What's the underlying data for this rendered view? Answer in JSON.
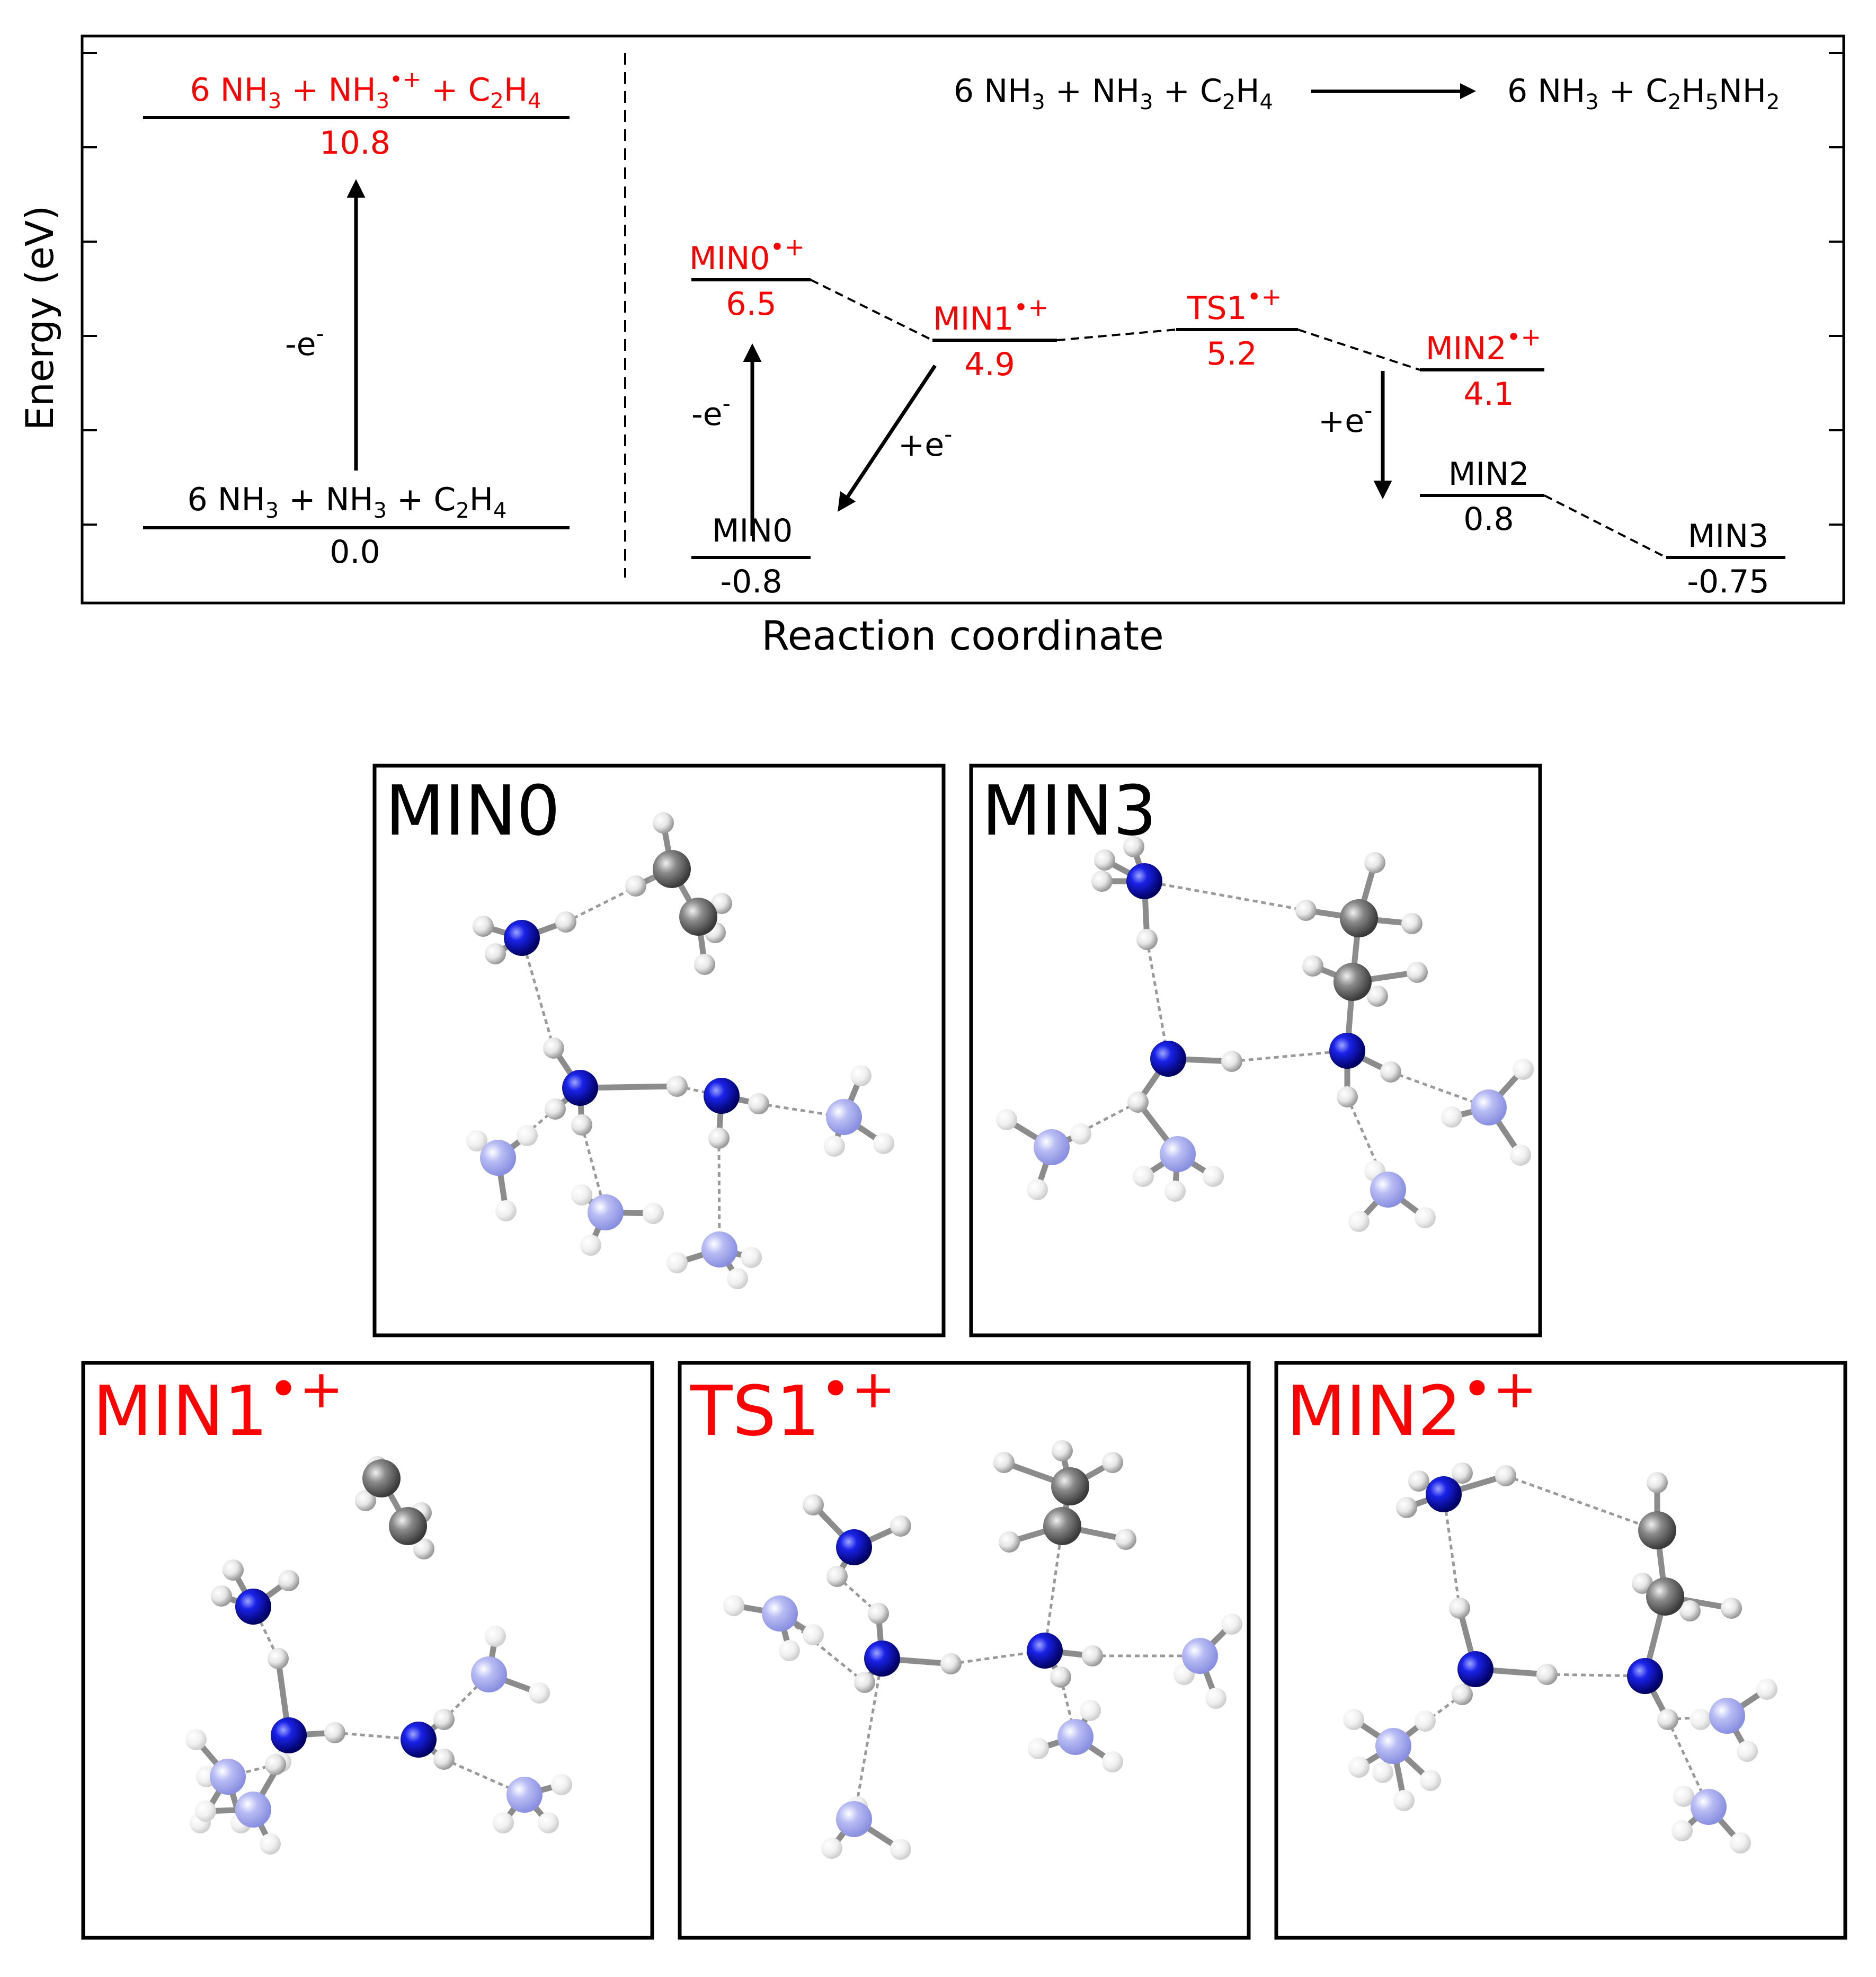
{
  "colors": {
    "cation": "#ff0000",
    "neutral": "#000000",
    "nitrogen": "#0a10d8",
    "nitrogen_faded": "#a8acf0",
    "carbon": "#7a7a7a",
    "hydrogen": "#e8e8e8",
    "hydrogen_faded": "#f2f2f2",
    "bond": "#999999"
  },
  "energy_diagram": {
    "ylabel": "Energy (eV)",
    "xlabel": "Reaction coordinate",
    "reaction": {
      "reactants": "6 NH3 + NH3 + C2H4",
      "products": "6 NH3 + C2H5NH2"
    },
    "left_panel": {
      "top_species": "6 NH3 + NH3•+ + C2H4",
      "top_value": "10.8",
      "arrow_label": "-e-",
      "bottom_species": "6 NH3 + NH3 + C2H4",
      "bottom_value": "0.0"
    },
    "states": [
      {
        "id": "MIN0_cation",
        "label": "MIN0",
        "sup": "•+",
        "value": "6.5",
        "charge": "cation"
      },
      {
        "id": "MIN1_cation",
        "label": "MIN1",
        "sup": "•+",
        "value": "4.9",
        "charge": "cation"
      },
      {
        "id": "TS1_cation",
        "label": "TS1",
        "sup": "•+",
        "value": "5.2",
        "charge": "cation"
      },
      {
        "id": "MIN2_cation",
        "label": "MIN2",
        "sup": "•+",
        "value": "4.1",
        "charge": "cation"
      },
      {
        "id": "MIN0",
        "label": "MIN0",
        "sup": "",
        "value": "-0.8",
        "charge": "neutral"
      },
      {
        "id": "MIN2",
        "label": "MIN2",
        "sup": "",
        "value": "0.8",
        "charge": "neutral"
      },
      {
        "id": "MIN3",
        "label": "MIN3",
        "sup": "",
        "value": "-0.75",
        "charge": "neutral"
      }
    ],
    "arrow_labels": {
      "ionize": "-e-",
      "neutralize_min1": "+e-",
      "neutralize_min2": "+e-"
    }
  },
  "structure_panels": [
    {
      "id": "MIN0",
      "label": "MIN0",
      "sup": "",
      "charge": "neutral"
    },
    {
      "id": "MIN3",
      "label": "MIN3",
      "sup": "",
      "charge": "neutral"
    },
    {
      "id": "MIN1_cation",
      "label": "MIN1",
      "sup": "•+",
      "charge": "cation"
    },
    {
      "id": "TS1_cation",
      "label": "TS1",
      "sup": "•+",
      "charge": "cation"
    },
    {
      "id": "MIN2_cation",
      "label": "MIN2",
      "sup": "•+",
      "charge": "cation"
    }
  ]
}
